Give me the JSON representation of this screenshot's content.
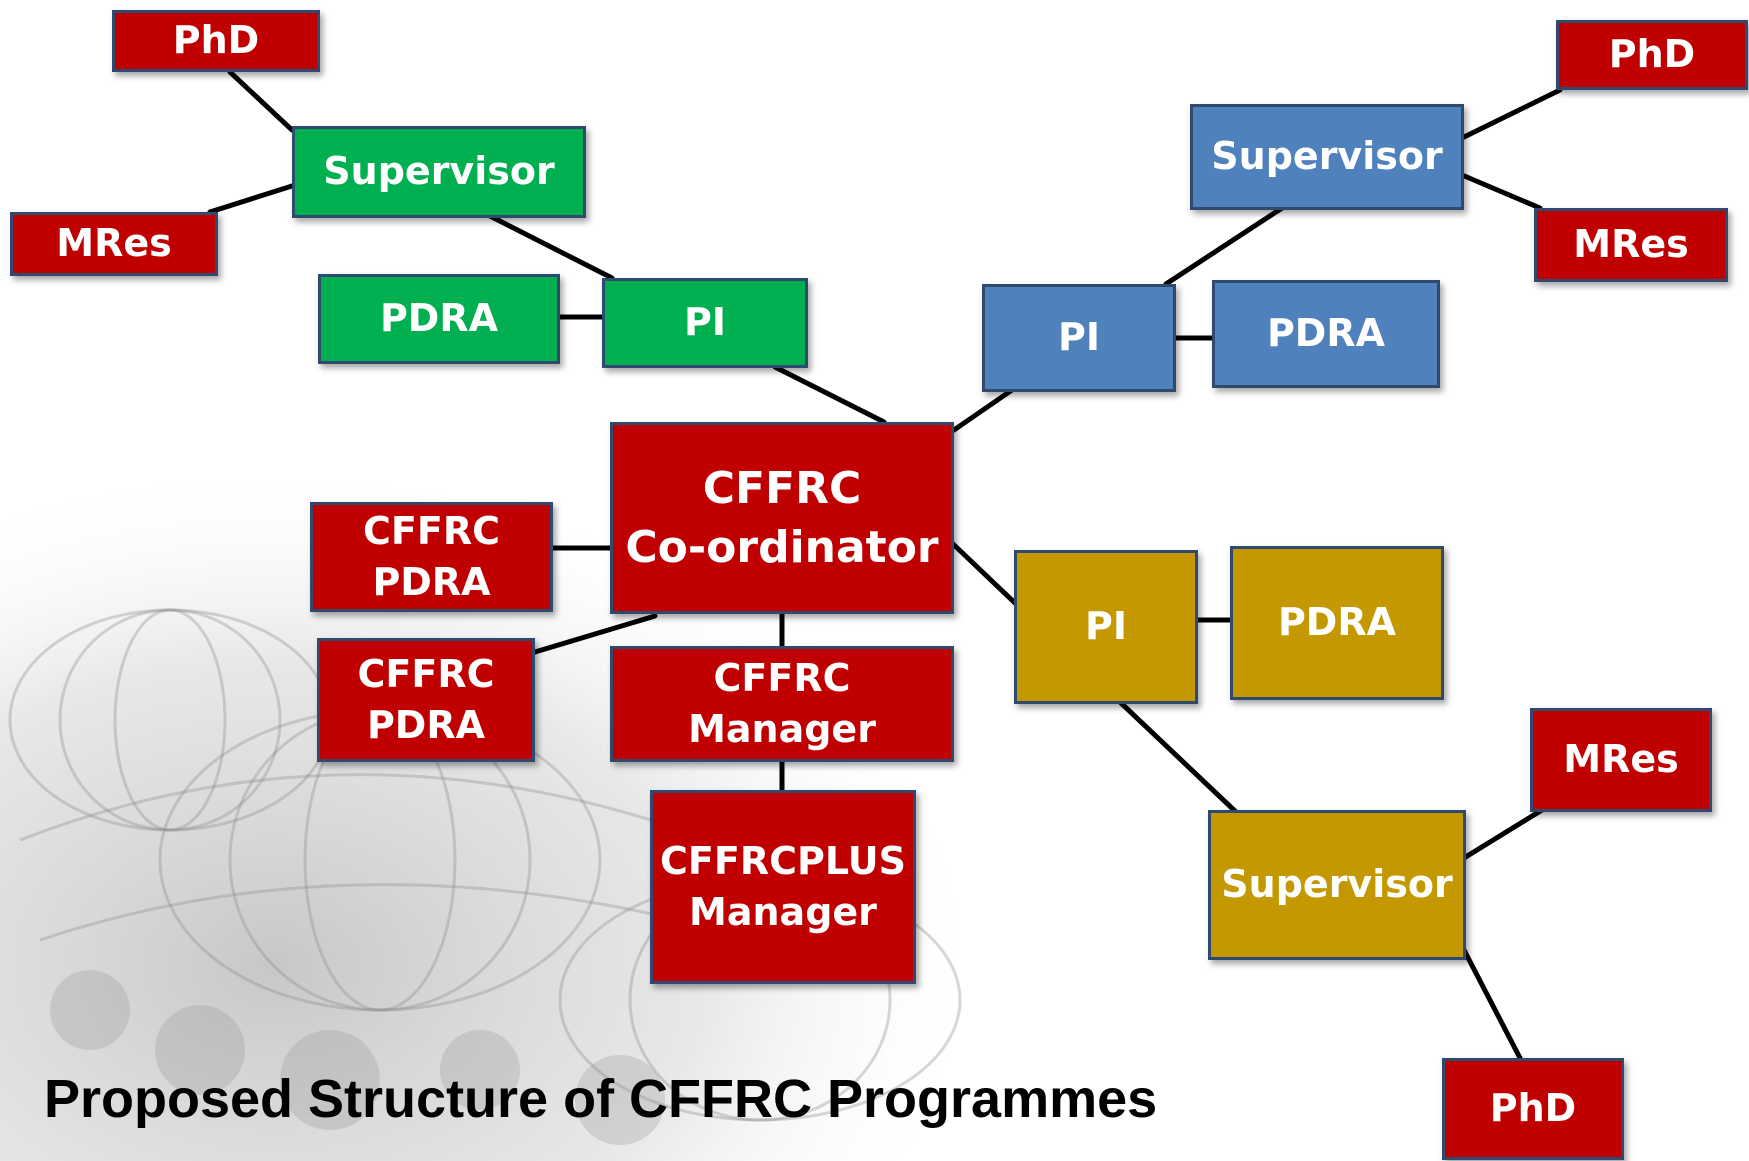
{
  "title": "Proposed Structure of CFFRC Programmes",
  "colors": {
    "red": "#c00000",
    "green": "#00b050",
    "blue": "#4f81bd",
    "gold": "#c49800",
    "border": "#2f4a6e",
    "line": "#000000"
  },
  "nodes": {
    "coordinator": {
      "label": "CFFRC\nCo-ordinator"
    },
    "manager": {
      "label": "CFFRC\nManager"
    },
    "plus_manager": {
      "label": "CFFRCPLUS\nManager"
    },
    "pdra_1": {
      "label": "CFFRC\nPDRA"
    },
    "pdra_2": {
      "label": "CFFRC\nPDRA"
    },
    "green_pi": {
      "label": "PI"
    },
    "green_pdra": {
      "label": "PDRA"
    },
    "green_supervisor": {
      "label": "Supervisor"
    },
    "green_phd": {
      "label": "PhD"
    },
    "green_mres": {
      "label": "MRes"
    },
    "blue_pi": {
      "label": "PI"
    },
    "blue_pdra": {
      "label": "PDRA"
    },
    "blue_supervisor": {
      "label": "Supervisor"
    },
    "blue_phd": {
      "label": "PhD"
    },
    "blue_mres": {
      "label": "MRes"
    },
    "gold_pi": {
      "label": "PI"
    },
    "gold_pdra": {
      "label": "PDRA"
    },
    "gold_supervisor": {
      "label": "Supervisor"
    },
    "gold_mres": {
      "label": "MRes"
    },
    "gold_phd": {
      "label": "PhD"
    }
  }
}
